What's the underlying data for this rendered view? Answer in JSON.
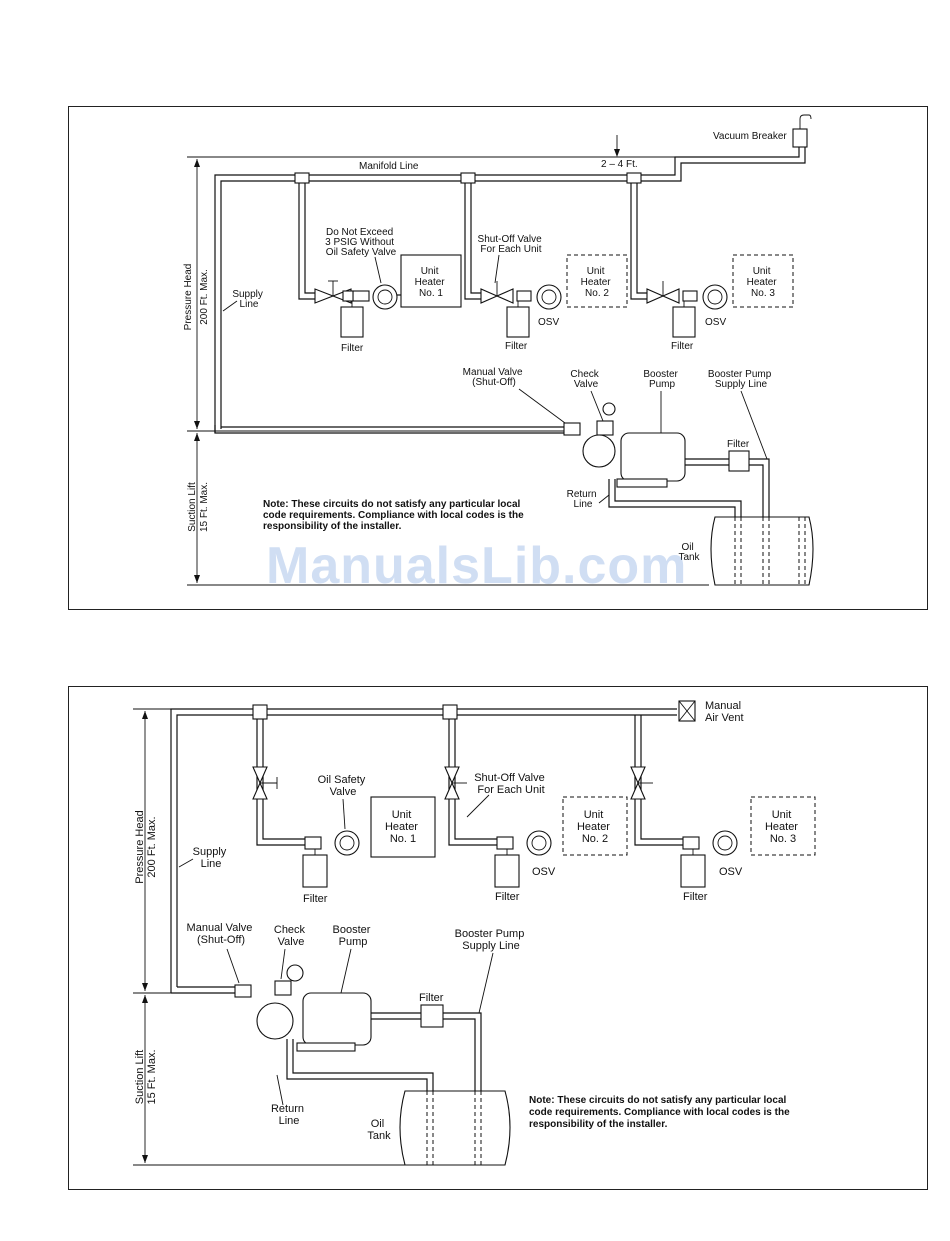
{
  "diagram1": {
    "vacuum_breaker": "Vacuum Breaker",
    "manifold_line": "Manifold Line",
    "dim_2_4": "2 – 4 Ft.",
    "pressure_head_1": "Pressure Head",
    "pressure_head_2": "200 Ft. Max.",
    "suction_lift_1": "Suction Lift",
    "suction_lift_2": "15 Ft. Max.",
    "supply_line_1": "Supply",
    "supply_line_2": "Line",
    "do_not_exceed_1": "Do Not Exceed",
    "do_not_exceed_2": "3 PSIG Without",
    "do_not_exceed_3": "Oil Safety Valve",
    "shutoff_1": "Shut-Off Valve",
    "shutoff_2": "For Each Unit",
    "heaters": [
      {
        "l1": "Unit",
        "l2": "Heater",
        "l3": "No. 1"
      },
      {
        "l1": "Unit",
        "l2": "Heater",
        "l3": "No. 2"
      },
      {
        "l1": "Unit",
        "l2": "Heater",
        "l3": "No. 3"
      }
    ],
    "filter": "Filter",
    "osv": "OSV",
    "manual_valve_1": "Manual Valve",
    "manual_valve_2": "(Shut-Off)",
    "check_valve_1": "Check",
    "check_valve_2": "Valve",
    "booster_pump_1": "Booster",
    "booster_pump_2": "Pump",
    "booster_supply_1": "Booster Pump",
    "booster_supply_2": "Supply Line",
    "return_line_1": "Return",
    "return_line_2": "Line",
    "oil_tank_1": "Oil",
    "oil_tank_2": "Tank",
    "note_1": "Note: These circuits do not satisfy any particular local",
    "note_2": "code requirements. Compliance with local codes is the",
    "note_3": "responsibility of the installer."
  },
  "diagram2": {
    "manual_air_vent_1": "Manual",
    "manual_air_vent_2": "Air Vent",
    "pressure_head_1": "Pressure Head",
    "pressure_head_2": "200 Ft. Max.",
    "suction_lift_1": "Suction Lift",
    "suction_lift_2": "15 Ft. Max.",
    "supply_line_1": "Supply",
    "supply_line_2": "Line",
    "oil_safety_1": "Oil Safety",
    "oil_safety_2": "Valve",
    "shutoff_1": "Shut-Off Valve",
    "shutoff_2": "For Each Unit",
    "heaters": [
      {
        "l1": "Unit",
        "l2": "Heater",
        "l3": "No. 1"
      },
      {
        "l1": "Unit",
        "l2": "Heater",
        "l3": "No. 2"
      },
      {
        "l1": "Unit",
        "l2": "Heater",
        "l3": "No. 3"
      }
    ],
    "filter": "Filter",
    "osv": "OSV",
    "manual_valve_1": "Manual Valve",
    "manual_valve_2": "(Shut-Off)",
    "check_valve_1": "Check",
    "check_valve_2": "Valve",
    "booster_pump_1": "Booster",
    "booster_pump_2": "Pump",
    "booster_supply_1": "Booster Pump",
    "booster_supply_2": "Supply Line",
    "return_line_1": "Return",
    "return_line_2": "Line",
    "oil_tank_1": "Oil",
    "oil_tank_2": "Tank",
    "note_1": "Note: These circuits do not satisfy any particular local",
    "note_2": "code requirements. Compliance with local codes is the",
    "note_3": "responsibility of the installer."
  },
  "watermark": "ManualsLib.com"
}
